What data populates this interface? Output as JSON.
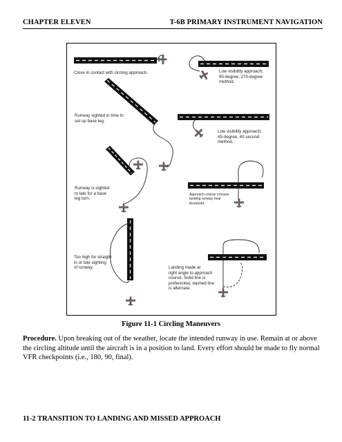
{
  "header": {
    "chapter": "CHAPTER ELEVEN",
    "section": "T-6B PRIMARY INSTRUMENT NAVIGATION"
  },
  "figure": {
    "labels": {
      "close_in": "Close in contact with circling approach.",
      "low_vis_90": "Low visibility approach;\n90-degree, 270-degree\nmethod.",
      "sighted_in_time": "Runway sighted in time to\nset up base leg.",
      "low_vis_45": "Low visibility approach;\n45-degree, 40 second\nmethod.",
      "sighted_late": "Runway is sighted\nto late for a base\nleg turn.",
      "crosses_threshold": "Approach course crosses\nlanding runway near\nthreshold.",
      "too_high": "Too high for straight\nin or late sighting\nof runway.",
      "right_angle": "Landing made at\nright angle to approach\ncourse. Solid line is\npreferential, dashed line\nis alternate."
    }
  },
  "caption": "Figure 11-1  Circling Maneuvers",
  "body": {
    "lead": "Procedure.",
    "text": "  Upon breaking out of the weather, locate the intended runway in use.  Remain at or above the circling altitude until the aircraft is in a position to land.  Every effort should be made to fly normal VFR checkpoints (i.e., 180, 90, final)."
  },
  "footer": "11-2   TRANSITION TO LANDING AND MISSED APPROACH"
}
